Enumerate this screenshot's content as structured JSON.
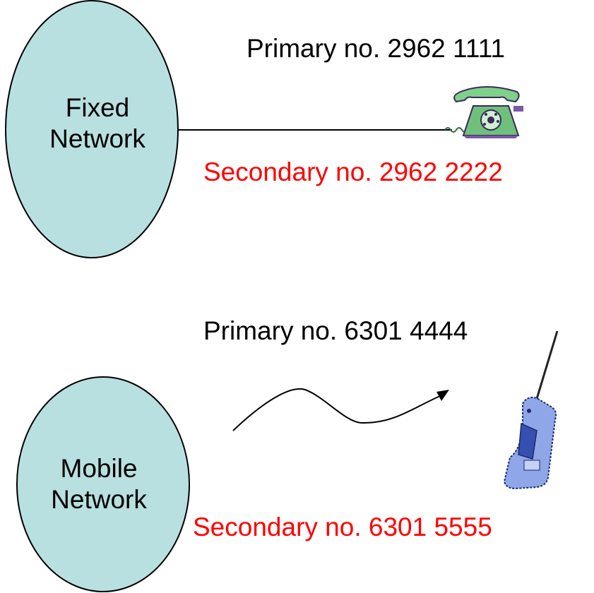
{
  "fixed": {
    "network_line1": "Fixed",
    "network_line2": "Network",
    "primary": "Primary no. 2962 1111",
    "secondary": "Secondary no. 2962 2222",
    "phone_icon": "desk-telephone-icon"
  },
  "mobile": {
    "network_line1": "Mobile",
    "network_line2": "Network",
    "primary": "Primary no. 6301 4444",
    "secondary": "Secondary no. 6301 5555",
    "phone_icon": "mobile-phone-icon"
  },
  "colors": {
    "ellipse_fill": "#b9e0e0",
    "secondary_text": "#ff0000",
    "line": "#000000"
  }
}
